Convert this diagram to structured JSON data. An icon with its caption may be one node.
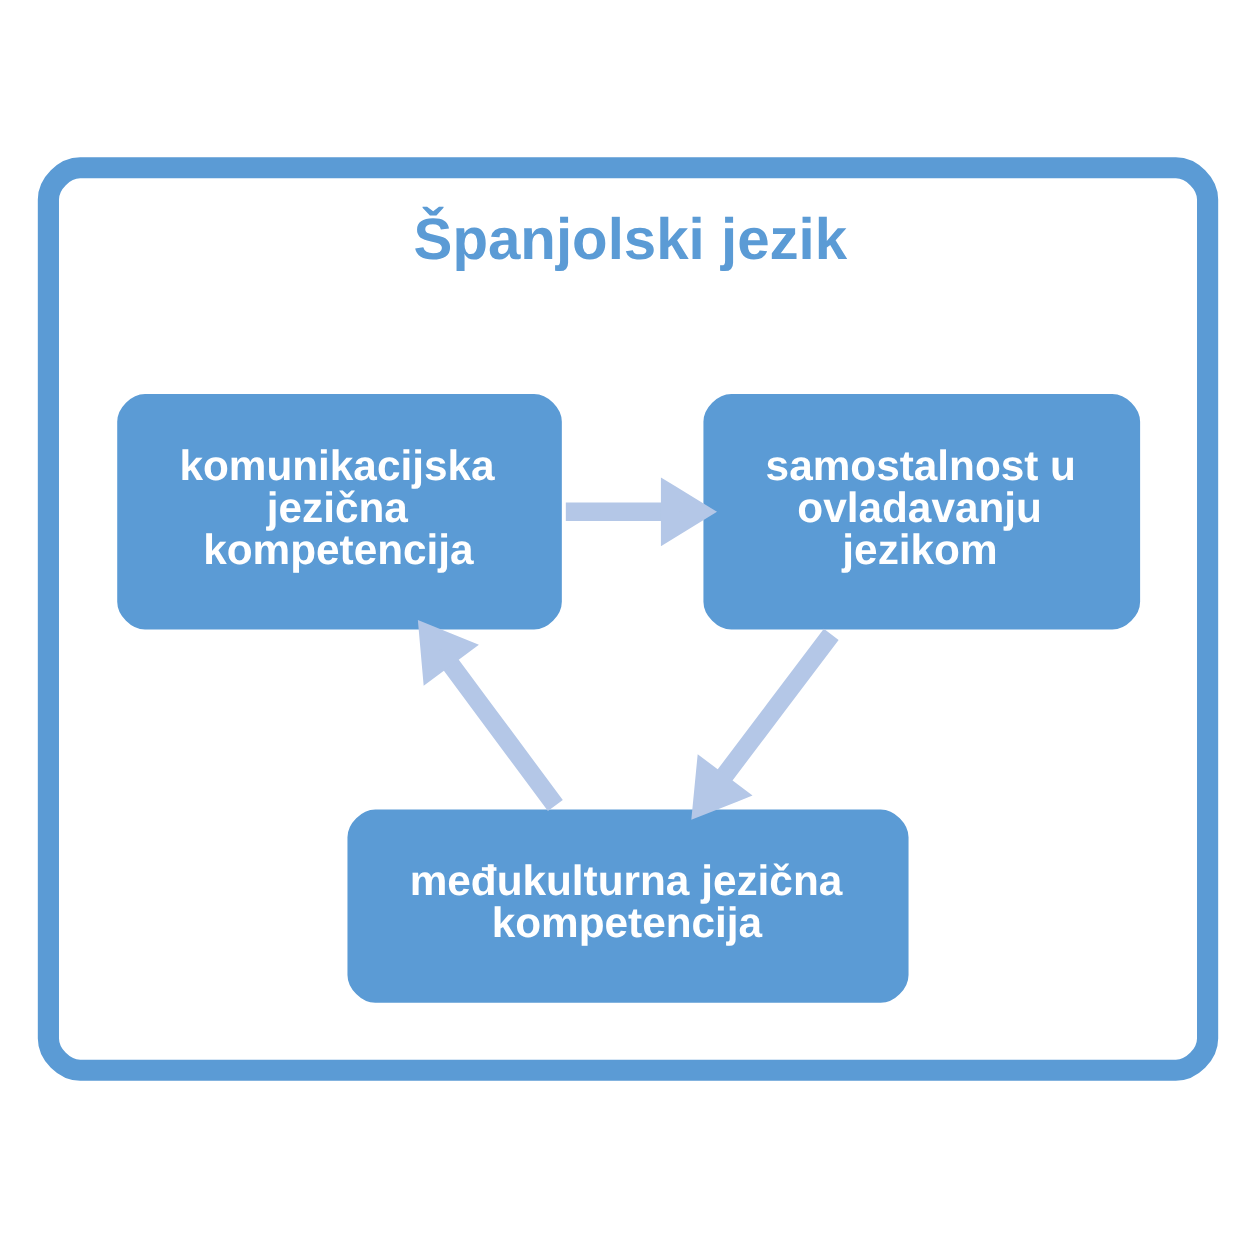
{
  "diagram": {
    "nodes": [
      {
        "text": [
          "Španjolski jezik"
        ]
      },
      {
        "text": [
          "komunikacijska jezična kompetencija"
        ],
        "in": 0
      },
      {
        "text": [
          "samostalnost u ovladavanju jezikom"
        ],
        "in": 0
      },
      {
        "text": [
          "međukulturna jezična kompetencija"
        ],
        "in": 0
      }
    ],
    "edges": [
      {
        "from": 1,
        "to": 2,
        "arrow": "to"
      },
      {
        "from": 2,
        "to": 3,
        "arrow": "to"
      },
      {
        "from": 3,
        "to": 1,
        "arrow": "to"
      }
    ]
  }
}
